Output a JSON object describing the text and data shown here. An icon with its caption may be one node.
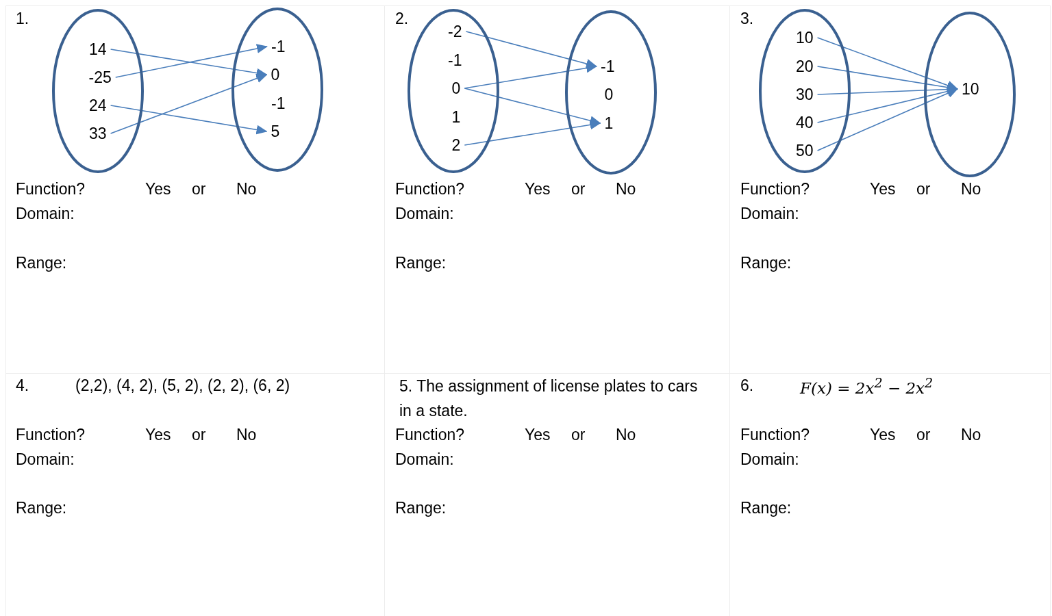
{
  "diagram": {
    "nodes": [
      {
        "text": [],
        "shape": "ellipse"
      },
      {
        "text": [
          "14"
        ],
        "in": 0
      },
      {
        "text": [
          "-25"
        ],
        "in": 0
      },
      {
        "text": [
          "24"
        ],
        "in": 0
      },
      {
        "text": [
          "33"
        ],
        "in": 0
      },
      {
        "text": [],
        "shape": "ellipse"
      },
      {
        "text": [
          "-1"
        ],
        "in": 5
      },
      {
        "text": [
          "0"
        ],
        "in": 5
      },
      {
        "text": [
          "-1"
        ],
        "in": 5
      },
      {
        "text": [
          "5"
        ],
        "in": 5
      },
      {
        "text": [],
        "shape": "ellipse"
      },
      {
        "text": [
          "-2"
        ],
        "in": 10
      },
      {
        "text": [
          "-1"
        ],
        "in": 10
      },
      {
        "text": [
          "0"
        ],
        "in": 10
      },
      {
        "text": [
          "1"
        ],
        "in": 10
      },
      {
        "text": [
          "2"
        ],
        "in": 10
      },
      {
        "text": [],
        "shape": "ellipse"
      },
      {
        "text": [
          "-1"
        ],
        "in": 16
      },
      {
        "text": [
          "0"
        ],
        "in": 16
      },
      {
        "text": [
          "1"
        ],
        "in": 16
      },
      {
        "text": [],
        "shape": "ellipse"
      },
      {
        "text": [
          "10"
        ],
        "in": 20
      },
      {
        "text": [
          "20"
        ],
        "in": 20
      },
      {
        "text": [
          "30"
        ],
        "in": 20
      },
      {
        "text": [
          "40"
        ],
        "in": 20
      },
      {
        "text": [
          "50"
        ],
        "in": 20
      },
      {
        "text": [],
        "shape": "ellipse"
      },
      {
        "text": [
          "10"
        ],
        "in": 26
      }
    ],
    "edges": [
      {
        "from": 1,
        "to": 7,
        "arrow": "to"
      },
      {
        "from": 2,
        "to": 6,
        "arrow": "to"
      },
      {
        "from": 3,
        "to": 9,
        "arrow": "to"
      },
      {
        "from": 4,
        "to": 7,
        "arrow": "to"
      },
      {
        "from": 11,
        "to": 17,
        "arrow": "to"
      },
      {
        "from": 13,
        "to": 17,
        "arrow": "to"
      },
      {
        "from": 13,
        "to": 19,
        "arrow": "to"
      },
      {
        "from": 15,
        "to": 19,
        "arrow": "to"
      },
      {
        "from": 21,
        "to": 27,
        "arrow": "to"
      },
      {
        "from": 22,
        "to": 27,
        "arrow": "to"
      },
      {
        "from": 23,
        "to": 27,
        "arrow": "to"
      },
      {
        "from": 24,
        "to": 27,
        "arrow": "to"
      },
      {
        "from": 25,
        "to": 27,
        "arrow": "to"
      }
    ],
    "labels": [
      "1.",
      "Function?",
      "Yes",
      "or",
      "No",
      "Domain:",
      "Range:",
      "2.",
      "Function?",
      "Yes",
      "or",
      "No",
      "Domain:",
      "Range:",
      "3.",
      "Function?",
      "Yes",
      "or",
      "No",
      "Domain:",
      "Range:",
      "4.",
      "(2,2), (4, 2), (5, 2), (2, 2), (6, 2)",
      "Function?",
      "Yes",
      "or",
      "No",
      "Domain:",
      "Range:",
      "5.  The assignment of license plates to cars in a state.",
      "Function?",
      "Yes",
      "or",
      "No",
      "Domain:",
      "Range:",
      "6.",
      "F(x) = 2x$^{2}$ − 2x$^{2}$",
      "Function?",
      "Yes",
      "or",
      "No",
      "Domain:",
      "Range:"
    ]
  }
}
